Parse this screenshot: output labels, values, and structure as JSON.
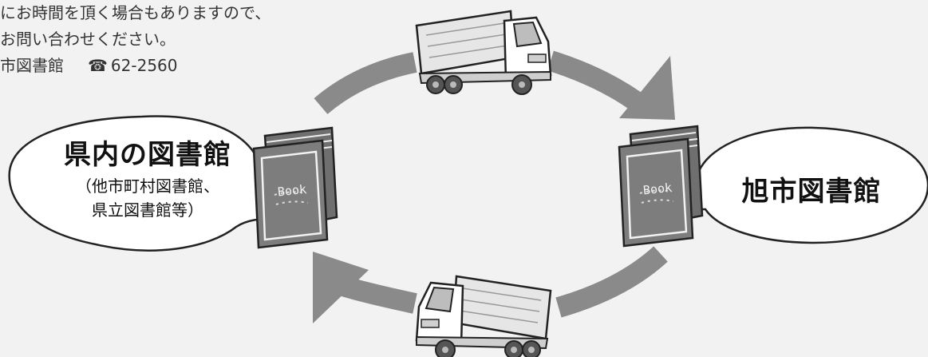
{
  "notice": {
    "line1": "にお時間を頂く場合もありますので、",
    "line2": "お問い合わせください。",
    "line3_prefix": "市図書館",
    "tel_icon": "☎",
    "tel_number": "62-2560"
  },
  "left_node": {
    "title": "県内の図書館",
    "sub_line1": "（他市町村図書館、",
    "sub_line2": "県立図書館等）"
  },
  "right_node": {
    "title": "旭市図書館"
  },
  "book_label": "Book",
  "icons": [
    "truck-icon",
    "book-icon",
    "arrow-icon",
    "phone-icon"
  ],
  "colors": {
    "background": "#f2f2f2",
    "arrow": "#8a8a8a",
    "book_cover": "#777777",
    "bubble_fill": "#ffffff",
    "bubble_stroke": "#222222"
  }
}
